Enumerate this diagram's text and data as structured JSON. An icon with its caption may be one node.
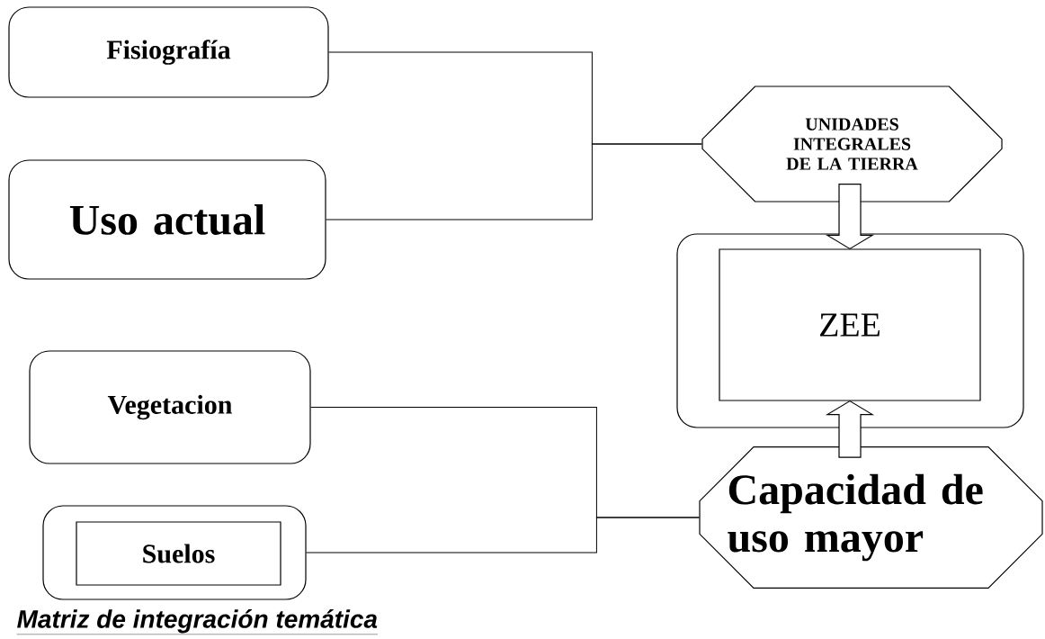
{
  "diagram": {
    "caption": "Matriz de integración temática",
    "nodes": [
      {
        "text": [
          "Fisiografía"
        ]
      },
      {
        "text": [
          "Uso actual"
        ]
      },
      {
        "text": [
          "UNIDADES INTEGRALES DE LA TIERRA"
        ]
      },
      {
        "text": [],
        "shape": "box"
      },
      {
        "text": [
          "ZEE"
        ],
        "in": 3
      },
      {
        "text": [
          "Vegetacion"
        ]
      },
      {
        "text": [],
        "shape": "box"
      },
      {
        "text": [
          "Suelos"
        ],
        "in": 6
      },
      {
        "text": [
          "Capacidad de uso mayor"
        ]
      }
    ],
    "edges": [
      {
        "from": 0,
        "to": 2,
        "arrow": "none"
      },
      {
        "from": 1,
        "to": 2,
        "arrow": "none"
      },
      {
        "from": 2,
        "to": 4,
        "arrow": "to"
      },
      {
        "from": 8,
        "to": 4,
        "arrow": "to"
      },
      {
        "from": 5,
        "to": 8,
        "arrow": "none"
      },
      {
        "from": 6,
        "to": 8,
        "arrow": "none"
      }
    ]
  }
}
